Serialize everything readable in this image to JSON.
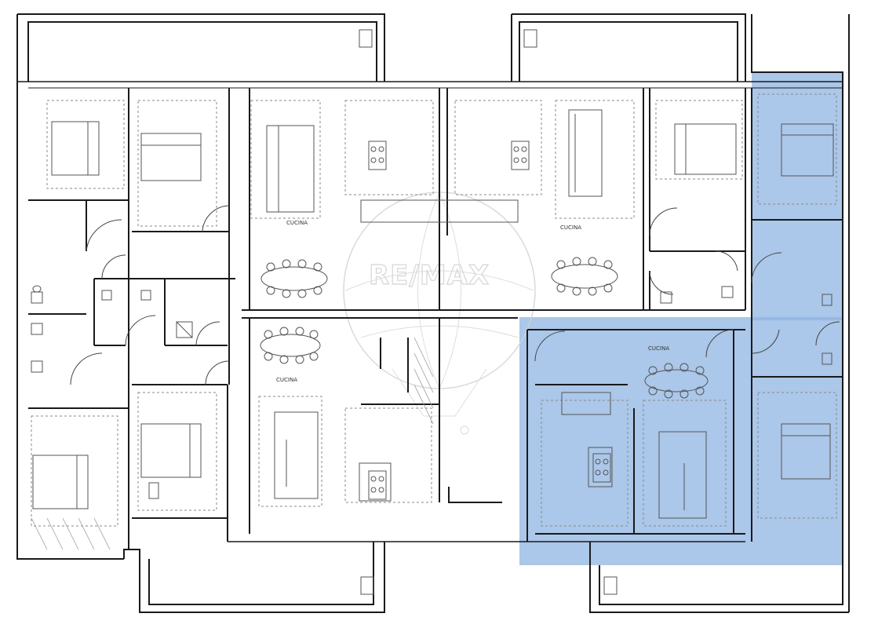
{
  "plan": {
    "highlight_color": "#8fb4e2",
    "wall_color": "#1a1a1a",
    "furniture_color": "#555555",
    "dashed_color": "#8a8a8a"
  },
  "room_labels": [
    {
      "text": "CUCINA"
    },
    {
      "text": "CUCINA"
    },
    {
      "text": "CUCINA"
    },
    {
      "text": "CUCINA"
    }
  ],
  "watermark": {
    "text": "RE/MAX",
    "color": "#cfcfcf"
  }
}
